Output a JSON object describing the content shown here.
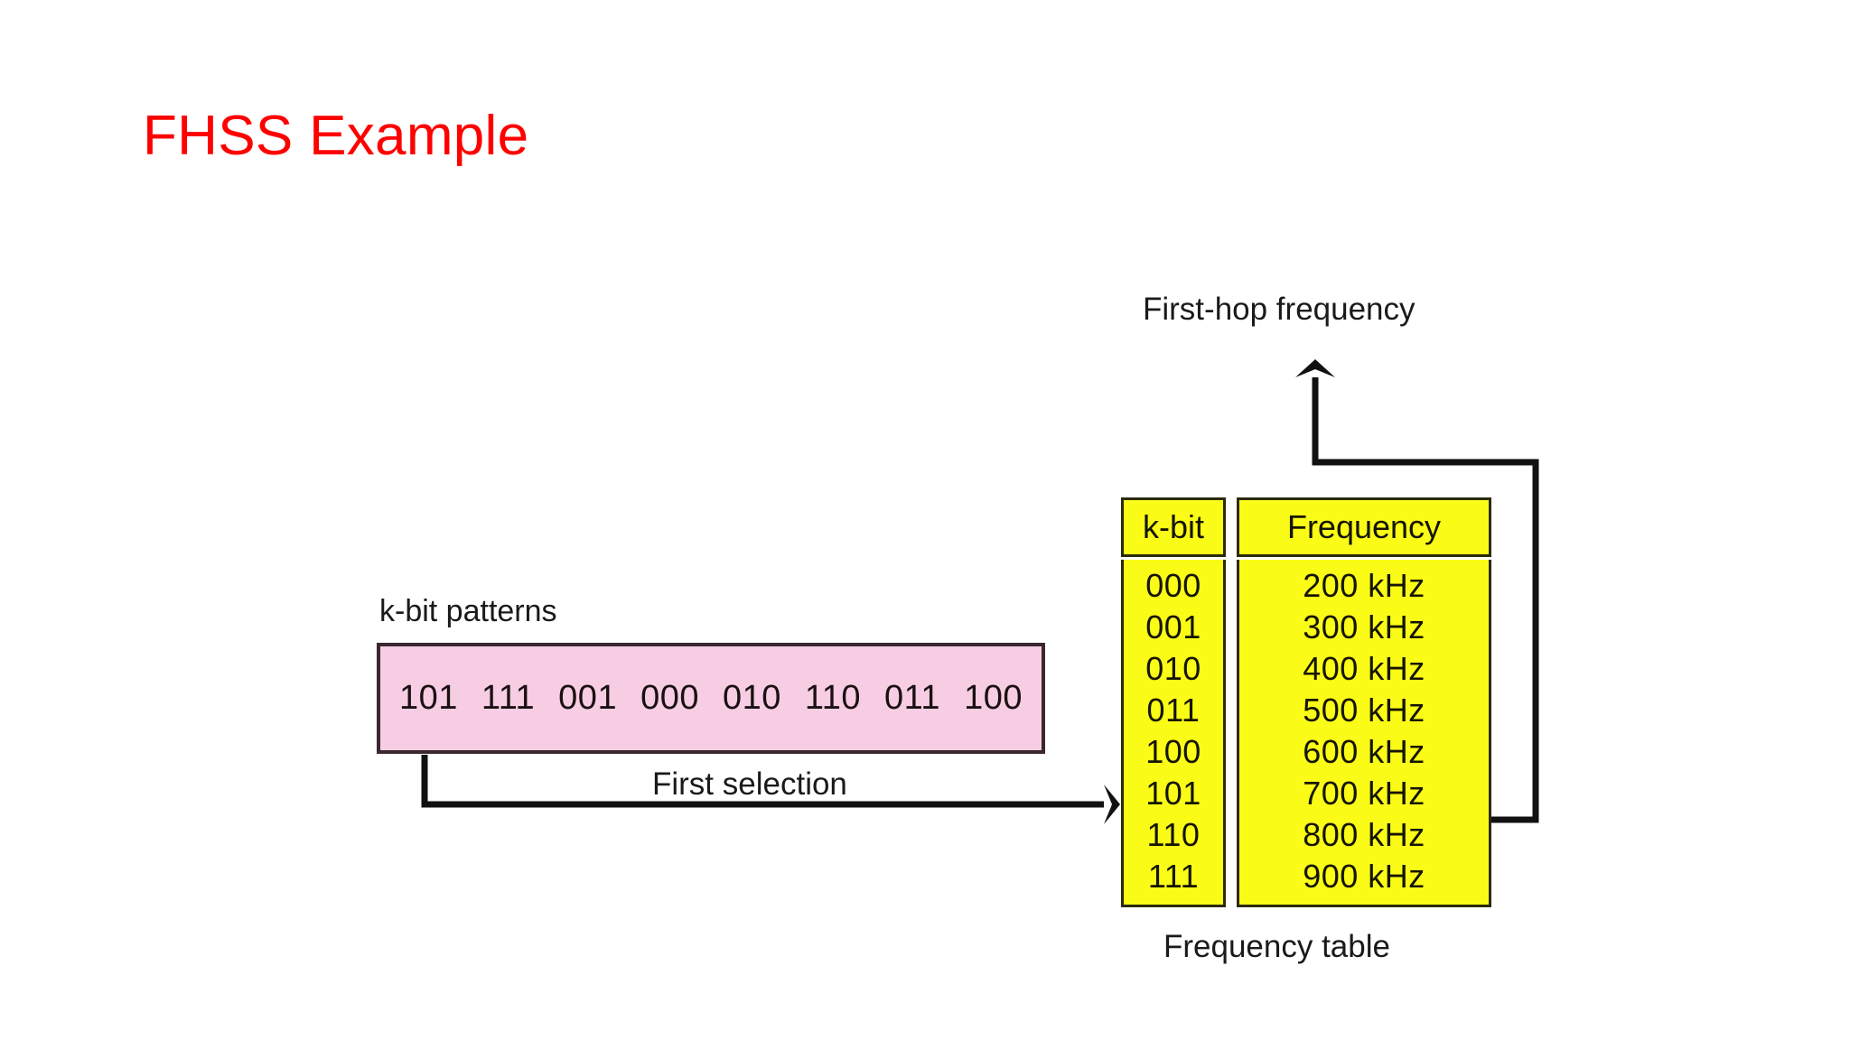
{
  "slide": {
    "title": "FHSS Example",
    "title_color": "#ff0000",
    "background_color": "#ffffff"
  },
  "figure": {
    "labels": {
      "first_hop_frequency": "First-hop frequency",
      "kbit_patterns": "k-bit patterns",
      "first_selection": "First selection",
      "frequency_table": "Frequency table"
    },
    "kbit_patterns_box": {
      "fill_color": "#f6cde2",
      "border_color": "#3b2730",
      "patterns": [
        "101",
        "111",
        "001",
        "000",
        "010",
        "110",
        "011",
        "100"
      ],
      "selected_index": 0
    },
    "frequency_table": {
      "fill_color": "#fbfb18",
      "border_color": "#2b2b0c",
      "headers": [
        "k-bit",
        "Frequency"
      ],
      "rows": [
        {
          "kbit": "000",
          "frequency": "200 kHz"
        },
        {
          "kbit": "001",
          "frequency": "300 kHz"
        },
        {
          "kbit": "010",
          "frequency": "400 kHz"
        },
        {
          "kbit": "011",
          "frequency": "500 kHz"
        },
        {
          "kbit": "100",
          "frequency": "600 kHz"
        },
        {
          "kbit": "101",
          "frequency": "700 kHz"
        },
        {
          "kbit": "110",
          "frequency": "800 kHz"
        },
        {
          "kbit": "111",
          "frequency": "900 kHz"
        }
      ],
      "selected_row_index": 5
    },
    "connectors": [
      {
        "name": "first-selection-arrow",
        "from": "k-bit pattern 101",
        "to": "frequency table row 101",
        "color": "#111111"
      },
      {
        "name": "first-hop-frequency-arrow",
        "from": "frequency table 700 kHz",
        "to": "First-hop frequency",
        "color": "#111111"
      }
    ]
  }
}
